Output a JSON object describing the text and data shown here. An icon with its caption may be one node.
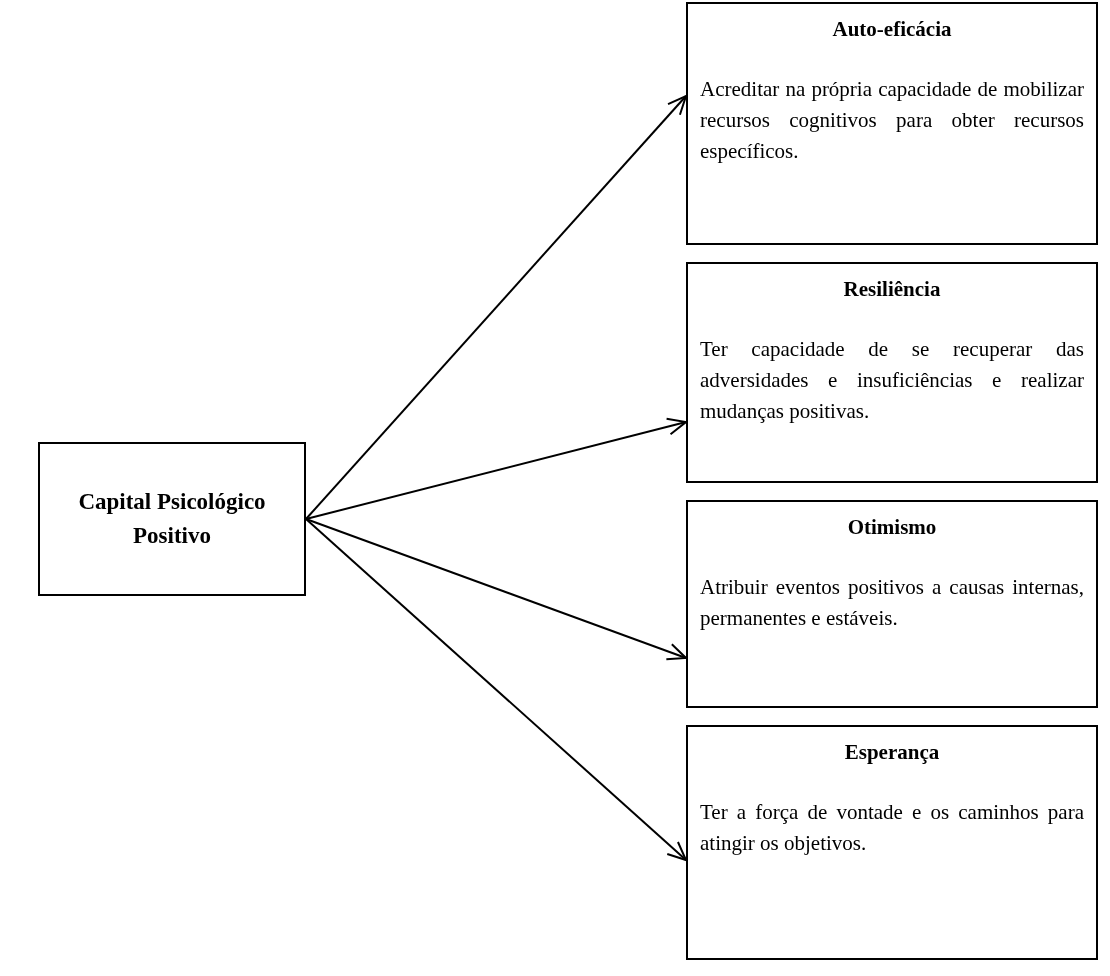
{
  "diagram": {
    "nodes": [
      {
        "text": [
          "Capital Psicológico Positivo"
        ]
      },
      {
        "text": [
          "Auto-eficácia",
          "Acreditar na própria capacidade de mobilizar recursos cognitivos para obter recursos específicos."
        ]
      },
      {
        "text": [
          "Resiliência",
          "Ter capacidade de se recuperar das adversidades e insuficiências e realizar mudanças positivas."
        ]
      },
      {
        "text": [
          "Otimismo",
          "Atribuir eventos positivos a causas internas, permanentes e estáveis."
        ]
      },
      {
        "text": [
          "Esperança",
          "Ter a força de vontade e os caminhos para atingir os objetivos."
        ]
      }
    ],
    "edges": [
      {
        "from": 0,
        "to": 1,
        "arrow": "to"
      },
      {
        "from": 0,
        "to": 2,
        "arrow": "to"
      },
      {
        "from": 0,
        "to": 3,
        "arrow": "to"
      },
      {
        "from": 0,
        "to": 4,
        "arrow": "to"
      }
    ]
  }
}
